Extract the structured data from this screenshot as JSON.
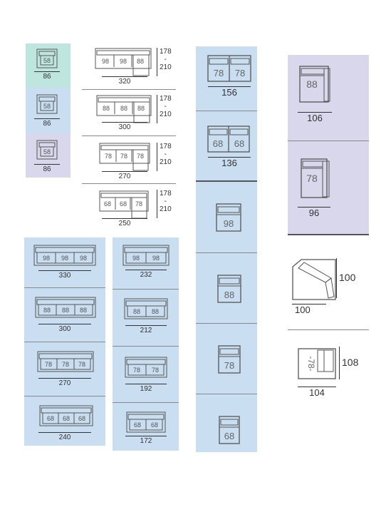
{
  "colors": {
    "mint": "#bfe6de",
    "blue": "#c9def0",
    "lavender": "#d9d7ec",
    "line": "#555555"
  },
  "armchairs": [
    {
      "seat": "58",
      "width": "86",
      "bg": "mint"
    },
    {
      "seat": "58",
      "width": "86",
      "bg": "blue"
    },
    {
      "seat": "58",
      "width": "86",
      "bg": "lavender"
    }
  ],
  "chaise_sofas": [
    {
      "seats": [
        "98",
        "98",
        "88"
      ],
      "width": "320",
      "depth_top": "178",
      "depth_sep": "-",
      "depth_bottom": "210"
    },
    {
      "seats": [
        "88",
        "88",
        "88"
      ],
      "width": "300",
      "depth_top": "178",
      "depth_sep": "-",
      "depth_bottom": "210"
    },
    {
      "seats": [
        "78",
        "78",
        "78"
      ],
      "width": "270",
      "depth_top": "178",
      "depth_sep": "-",
      "depth_bottom": "210"
    },
    {
      "seats": [
        "68",
        "68",
        "78"
      ],
      "width": "250",
      "depth_top": "178",
      "depth_sep": "-",
      "depth_bottom": "210"
    }
  ],
  "three_seaters": [
    {
      "seats": [
        "98",
        "98",
        "98"
      ],
      "width": "330"
    },
    {
      "seats": [
        "88",
        "88",
        "88"
      ],
      "width": "300"
    },
    {
      "seats": [
        "78",
        "78",
        "78"
      ],
      "width": "270"
    },
    {
      "seats": [
        "68",
        "68",
        "68"
      ],
      "width": "240"
    }
  ],
  "two_seaters": [
    {
      "seats": [
        "98",
        "98"
      ],
      "width": "232"
    },
    {
      "seats": [
        "88",
        "88"
      ],
      "width": "212"
    },
    {
      "seats": [
        "78",
        "78"
      ],
      "width": "192"
    },
    {
      "seats": [
        "68",
        "68"
      ],
      "width": "172"
    }
  ],
  "modules_two": [
    {
      "seats": [
        "78",
        "78"
      ],
      "width": "156"
    },
    {
      "seats": [
        "68",
        "68"
      ],
      "width": "136"
    }
  ],
  "modules_single": [
    {
      "seat": "98"
    },
    {
      "seat": "88"
    },
    {
      "seat": "78"
    },
    {
      "seat": "68"
    }
  ],
  "end_modules": [
    {
      "seat": "88",
      "width": "106"
    },
    {
      "seat": "78",
      "width": "96"
    }
  ],
  "corner": {
    "width": "100",
    "depth": "100"
  },
  "chaise_end": {
    "seat": "78",
    "seat_display": "-78-",
    "width": "104",
    "depth": "108"
  }
}
